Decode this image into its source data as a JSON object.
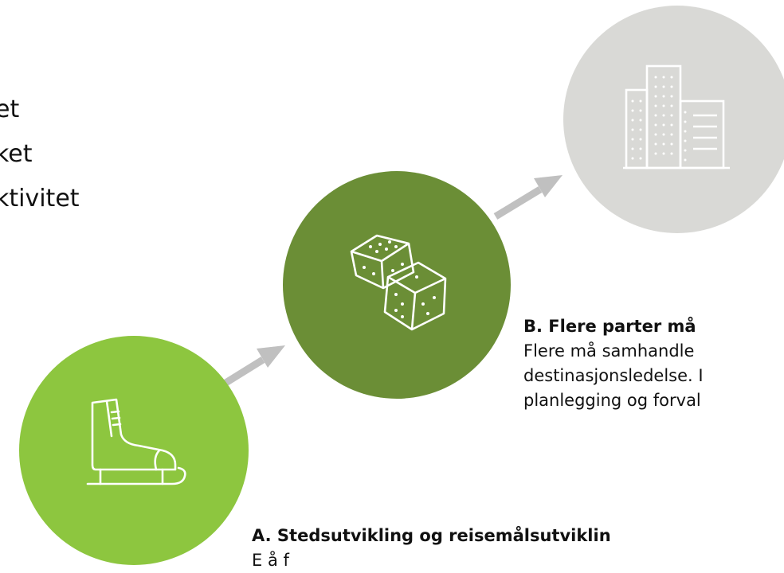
{
  "bullets": [
    "et",
    "ket",
    "ktivitet"
  ],
  "steps": [
    {
      "icon": "ice-skate-icon",
      "color": "#8dc63f"
    },
    {
      "icon": "dice-icon",
      "color": "#6b8e36"
    },
    {
      "icon": "buildings-icon",
      "color": "#d9d9d6"
    }
  ],
  "text_b": {
    "heading": "B.  Flere parter må",
    "lines": [
      "Flere må samhandle",
      "destinasjonsledelse. I",
      "planlegging og forval"
    ]
  },
  "text_a": {
    "heading": "A.  Stedsutvikling og reisemålsutviklin",
    "lines": [
      "E      å                           f"
    ]
  },
  "arrow_color": "#c0c0c0"
}
